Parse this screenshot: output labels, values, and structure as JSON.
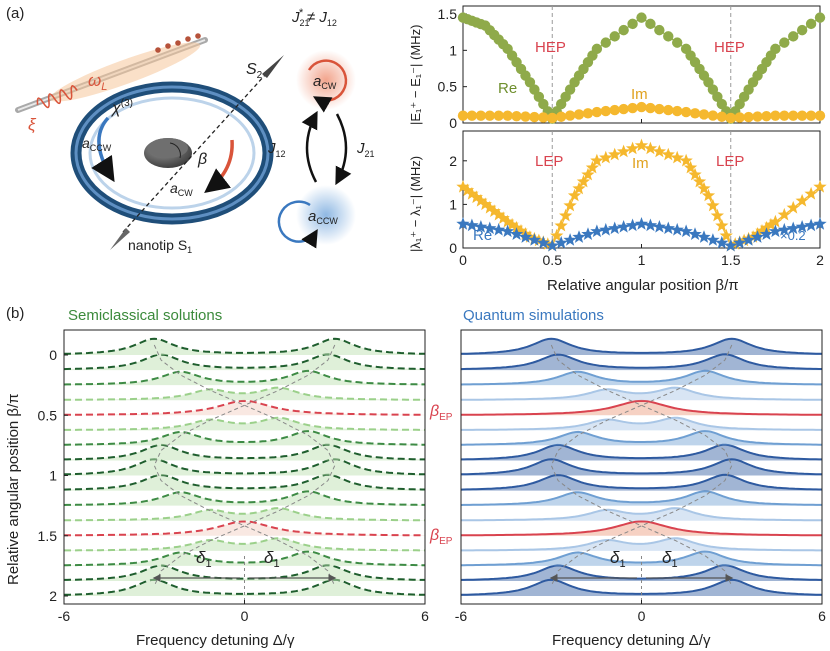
{
  "panel_labels": {
    "a": "(a)",
    "b": "(b)"
  },
  "schematic": {
    "xi": "ξ",
    "omega": "ω",
    "omega_sub": "L",
    "chi": "χ",
    "chi_sup": "(3)",
    "s2": "S",
    "s2_sub": "2",
    "beta": "β",
    "a_ccw": "a",
    "a_ccw_sub": "CCW",
    "a_cw": "a",
    "a_cw_sub": "CW",
    "nanotip": "nanotip S",
    "nanotip_sub": "1",
    "j_relation": "J",
    "j_relation_sub1": "21",
    "j_relation_sup": "*",
    "j_relation_mid": " ≠ J",
    "j_relation_sub2": "12",
    "j12": "J",
    "j12_sub": "12",
    "j21": "J",
    "j21_sub": "21",
    "mode_cw": "a",
    "mode_cw_sub": "CW",
    "mode_ccw": "a",
    "mode_ccw_sub": "CCW"
  },
  "chart_data": [
    {
      "type": "scatter",
      "ylabel": "|E₁⁺ − E₁⁻| (MHz)",
      "xlim": [
        0,
        2
      ],
      "ylim": [
        0,
        1.5
      ],
      "yticks": [
        "0",
        "0.5",
        "1",
        "1.5"
      ],
      "annotations": [
        "HEP",
        "HEP"
      ],
      "series": [
        {
          "name": "Re",
          "color": "#8faa4a",
          "marker": "circle",
          "x": [
            0,
            0.125,
            0.25,
            0.375,
            0.5,
            0.625,
            0.75,
            1.0,
            1.25,
            1.375,
            1.5,
            1.625,
            1.75,
            2.0
          ],
          "values": [
            1.45,
            1.34,
            1.02,
            0.56,
            0.06,
            0.56,
            1.02,
            1.45,
            1.02,
            0.56,
            0.06,
            0.56,
            1.02,
            1.45
          ]
        },
        {
          "name": "Im",
          "color": "#f5b82e",
          "marker": "circle",
          "x": [
            0,
            0.25,
            0.5,
            0.75,
            1.0,
            1.25,
            1.5,
            1.75,
            2.0
          ],
          "values": [
            0.1,
            0.1,
            0.07,
            0.15,
            0.22,
            0.15,
            0.07,
            0.1,
            0.1
          ]
        }
      ]
    },
    {
      "type": "scatter",
      "ylabel": "|λ₁⁺ − λ₁⁻| (MHz)",
      "xlabel": "Relative angular position β/π",
      "xlim": [
        0,
        2
      ],
      "ylim": [
        0,
        2.5
      ],
      "xticks": [
        "0",
        "0.5",
        "1",
        "1.5",
        "2"
      ],
      "yticks": [
        "0",
        "1",
        "2"
      ],
      "annotations": [
        "LEP",
        "LEP",
        "×0.2"
      ],
      "series": [
        {
          "name": "Im",
          "color": "#f5b82e",
          "marker": "star",
          "x": [
            0,
            0.125,
            0.25,
            0.375,
            0.5,
            0.625,
            0.75,
            1.0,
            1.25,
            1.375,
            1.5,
            1.625,
            1.75,
            2.0
          ],
          "values": [
            1.4,
            1.0,
            0.6,
            0.25,
            0.05,
            1.2,
            2.0,
            2.35,
            2.0,
            1.2,
            0.05,
            0.25,
            0.6,
            1.4
          ]
        },
        {
          "name": "Re",
          "color": "#3a78bf",
          "marker": "star",
          "x": [
            0,
            0.25,
            0.5,
            0.75,
            1.0,
            1.25,
            1.5,
            1.75,
            2.0
          ],
          "values": [
            0.55,
            0.38,
            0.05,
            0.38,
            0.55,
            0.38,
            0.05,
            0.38,
            0.55
          ]
        }
      ]
    },
    {
      "type": "line",
      "title": "Semiclassical solutions",
      "xlabel": "Frequency detuning Δ/γ",
      "ylabel": "Relative angular position β/π",
      "xlim": [
        -6,
        6
      ],
      "xticks": [
        "-6",
        "0",
        "6"
      ],
      "yticks": [
        "0",
        "0.5",
        "1",
        "1.5",
        "2"
      ],
      "ylim": [
        0,
        2
      ],
      "annotations": [
        "δ",
        "δ"
      ],
      "annotation_sub": "1",
      "beta_values": [
        0,
        0.125,
        0.25,
        0.375,
        0.5,
        0.625,
        0.75,
        0.875,
        1.0,
        1.125,
        1.25,
        1.375,
        1.5,
        1.625,
        1.75,
        1.875,
        2.0
      ],
      "style": "dashed"
    },
    {
      "type": "area",
      "title": "Quantum simulations",
      "xlabel": "Frequency detuning Δ/γ",
      "xlim": [
        -6,
        6
      ],
      "xticks": [
        "-6",
        "0",
        "6"
      ],
      "ylim": [
        0,
        2
      ],
      "labels": [
        "β",
        "β"
      ],
      "label_sub": "EP",
      "annotations": [
        "δ",
        "δ"
      ],
      "annotation_sub": "1",
      "beta_values": [
        0,
        0.125,
        0.25,
        0.375,
        0.5,
        0.625,
        0.75,
        0.875,
        1.0,
        1.125,
        1.25,
        1.375,
        1.5,
        1.625,
        1.75,
        1.875,
        2.0
      ],
      "style": "solid"
    }
  ]
}
